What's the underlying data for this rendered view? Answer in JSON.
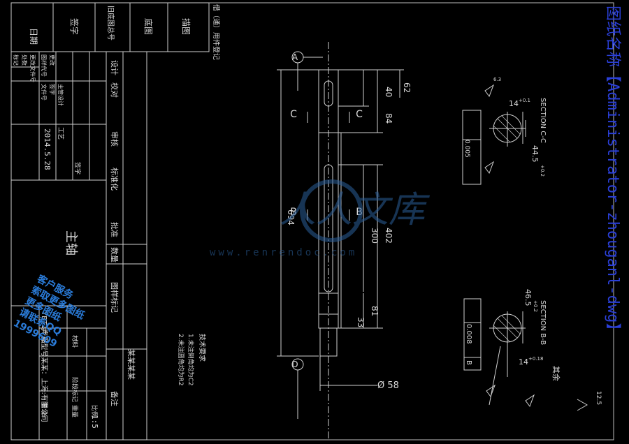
{
  "vertical_title": "图纸名称【Administrator-zhouganl-dwg】",
  "watermark": {
    "brand": "人人文库",
    "url": "www.renrendoc.com"
  },
  "stamp_lines": [
    "客户服务",
    "索取更多图纸",
    "更多图纸",
    "请联系QQ",
    "1999609"
  ],
  "title_block": {
    "part_name": "主轴",
    "rot_texts": [
      "日期",
      "签字",
      "旧底图总号",
      "底图",
      "描图",
      "借（通）用件登记"
    ],
    "cells": [
      "标记",
      "处数",
      "更改文件号",
      "签字",
      "日期",
      "设计",
      "校对",
      "审核",
      "标准化",
      "批准",
      "2014.5.28",
      "主管设计",
      "工艺",
      "共 张",
      "第 张",
      "比例",
      "1:5",
      "重量",
      "图样标记",
      "材料",
      "阶段标记",
      "数量",
      "备注",
      "图样代号",
      "更改",
      "文件号",
      "签字"
    ],
    "company": "YBT1产品型号某某：上海:有限公司",
    "project": "某某某某",
    "tech_req_title": "技术要求",
    "tech_req": [
      "1.未注倒角均为C2",
      "2.未注圆角均为R2"
    ]
  },
  "dims": {
    "total_length": "694",
    "d1": "62",
    "d2": "40",
    "d3": "84",
    "d4": "402",
    "d5": "300",
    "d6": "81",
    "d7": "33",
    "diameter": "Ø 58",
    "secC_label": "SECTION C-C",
    "secC_w": "14",
    "secC_w_tol": "+0.1",
    "secC_d": "44.5",
    "secC_d_tol": "+0.2",
    "secC_tol_text": "0.005",
    "secB_label": "SECTION B-B",
    "secB_d": "46.5",
    "secB_d_tol": "+0.2",
    "secB_w": "14",
    "secB_w_tol": "+0.18",
    "secB_tol_text": "0.008",
    "secB_datum": "B",
    "datum_A": "A",
    "label_C": "C",
    "label_B": "B",
    "rough_small": "6.3",
    "rough_corner": "12.5",
    "other": "其余"
  }
}
